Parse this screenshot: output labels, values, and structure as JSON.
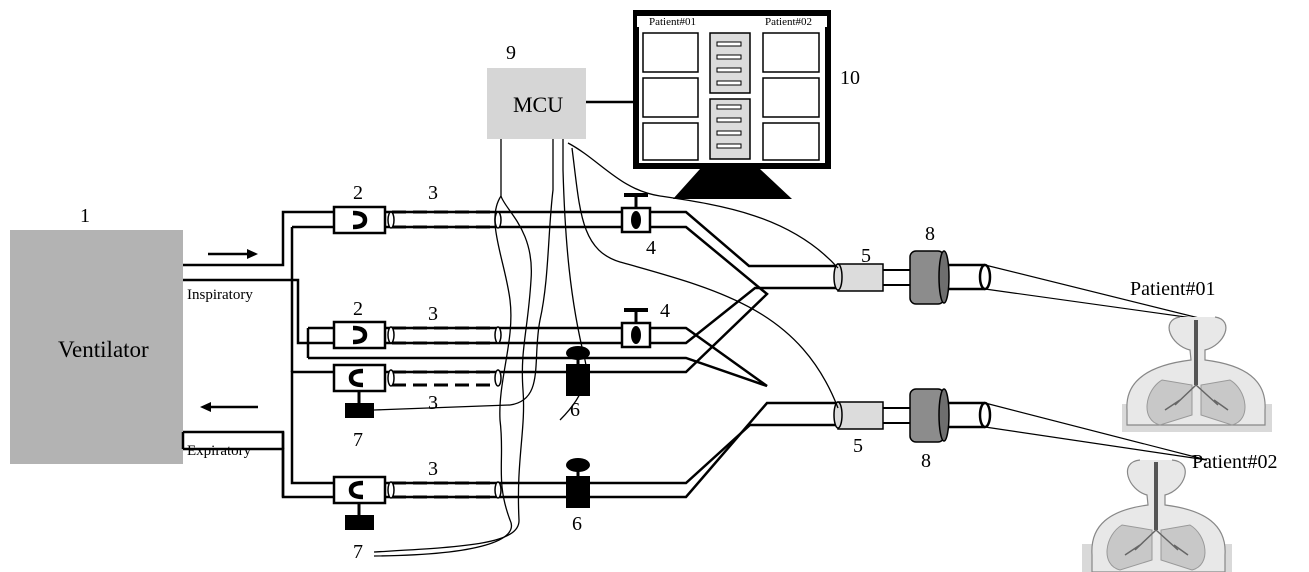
{
  "ventilator": {
    "label": "Ventilator",
    "number": "1"
  },
  "mcu": {
    "label": "MCU",
    "number": "9"
  },
  "monitor": {
    "number": "10",
    "patient_left": "Patient#01",
    "patient_right": "Patient#02"
  },
  "flow": {
    "inspiratory": "Inspiratory",
    "expiratory": "Expiratory"
  },
  "patients": [
    {
      "label": "Patient#01"
    },
    {
      "label": "Patient#02"
    }
  ],
  "component_numbers": {
    "sensor": "2",
    "tube": "3",
    "valve": "4",
    "filter": "5",
    "weight_valve": "6",
    "actuator": "7",
    "hme": "8"
  },
  "colors": {
    "ventilator": "#b3b3b3",
    "mcu": "#d6d6d6",
    "filter": "#dcdcdc",
    "hme": "#8c8c8c",
    "lung": "#c8c8c8",
    "patient_body": "#e8e8e8"
  }
}
